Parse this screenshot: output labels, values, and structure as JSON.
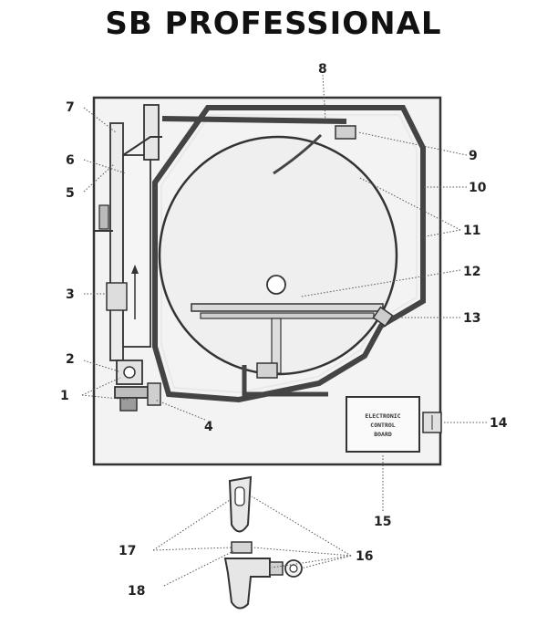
{
  "title": "SB PROFESSIONAL",
  "board_label": [
    "ELECTRONIC",
    "CONTROL",
    "BOARD"
  ],
  "callouts": [
    "1",
    "2",
    "3",
    "4",
    "5",
    "6",
    "7",
    "8",
    "9",
    "10",
    "11",
    "12",
    "13",
    "14",
    "15",
    "16",
    "17",
    "18"
  ]
}
